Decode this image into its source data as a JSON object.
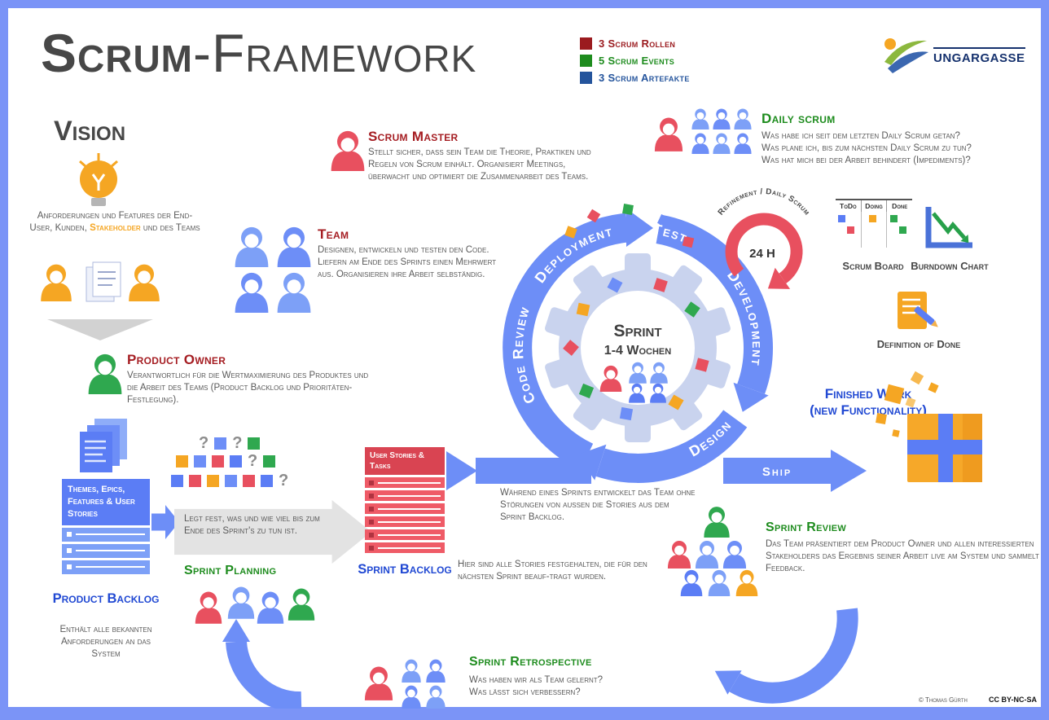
{
  "palette": {
    "frame_blue": "#7b94f7",
    "arrow_blue": "#6d8ef7",
    "light_blue": "#7da0f7",
    "navy": "#2149d3",
    "dark_red": "#a51d22",
    "red": "#e8505f",
    "green_dark": "#1e8c1e",
    "green": "#2fa84f",
    "orange": "#f5a623",
    "text_gray": "#5a5a5a",
    "title_gray": "#474747"
  },
  "header": {
    "title_strong": "Scrum",
    "title_light": "-Framework",
    "legend": [
      {
        "label": "3 Scrum Rollen",
        "color": "#9b1b1f"
      },
      {
        "label": "5 Scrum Events",
        "color": "#1e8c1e"
      },
      {
        "label": "3 Scrum Artefakte",
        "color": "#24549c"
      }
    ],
    "logo_text": "UNGARGASSE"
  },
  "vision": {
    "title": "Vision",
    "text_before": "Anforderungen und Features der End-User, Kunden, ",
    "highlight": "Stakeholder",
    "text_after": " und des Teams"
  },
  "scrum_master": {
    "title": "Scrum Master",
    "text": "Stellt sicher, dass sein Team die Theorie, Praktiken und Regeln von Scrum einhält. Organisiert Meetings, überwacht und optimiert die Zusammenarbeit des Teams."
  },
  "team": {
    "title": "Team",
    "text": "Designen, entwickeln und testen den Code. Liefern am Ende des Sprints einen Mehrwert aus. Organisieren ihre Arbeit selbständig."
  },
  "daily_scrum": {
    "title": "Daily scrum",
    "lines": [
      "Was habe ich seit dem letzten Daily Scrum getan?",
      "Was plane ich, bis zum nächsten Daily Scrum zu tun?",
      "Was hat mich bei der Arbeit behindert (Impediments)?"
    ]
  },
  "sprint_cycle": {
    "center_line1": "Sprint",
    "center_line2": "1-4 Wochen",
    "phases": [
      "Deployment",
      "Test",
      "Development",
      "Design",
      "Code Review"
    ]
  },
  "refinement": {
    "arc_label": "Refinement / Daily Scrum",
    "duration": "24 H"
  },
  "scrum_board": {
    "title": "Scrum Board",
    "columns": [
      "ToDo",
      "Doing",
      "Done"
    ]
  },
  "burndown_chart": {
    "title": "Burndown Chart"
  },
  "definition_of_done": {
    "title": "Definition of Done"
  },
  "finished_work": {
    "line1": "Finished Work",
    "line2": "(new Functionality)"
  },
  "ship": {
    "label": "Ship"
  },
  "product_owner": {
    "title": "Product Owner",
    "text": "Verantwortlich für die Wertmaximierung des Produktes und die Arbeit des Teams (Product Backlog und Prioritäten-Festlegung)."
  },
  "themes_panel": {
    "heading": "Themes, Epics, Features & User Stories"
  },
  "product_backlog": {
    "title": "Product Backlog",
    "text": "Enthält alle bekannten Anforderungen an das System"
  },
  "sprint_planning": {
    "title": "Sprint Planning",
    "text": "Legt fest, was und wie viel bis zum Ende des Sprint's zu tun ist.",
    "qmark": "?"
  },
  "sprint_backlog": {
    "panel_header": "User Stories & Tasks",
    "title": "Sprint Backlog",
    "text": "Hier sind alle Stories festgehalten, die für den nächsten Sprint beauf-tragt wurden."
  },
  "during_sprint": {
    "text": "Während eines Sprints entwickelt das Team ohne Störungen von aussen die Stories aus dem Sprint Backlog."
  },
  "sprint_review": {
    "title": "Sprint Review",
    "text": "Das Team präsentiert dem Product Owner und allen interessierten Stakeholders das Ergebnis seiner Arbeit live am System und sammelt Feedback."
  },
  "sprint_retrospective": {
    "title": "Sprint Retrospective",
    "lines": [
      "Was haben wir als Team gelernt?",
      "Was lässt sich verbessern?"
    ]
  },
  "footer": {
    "credit": "© Thomas Gürth",
    "license": "CC BY-NC-SA"
  }
}
